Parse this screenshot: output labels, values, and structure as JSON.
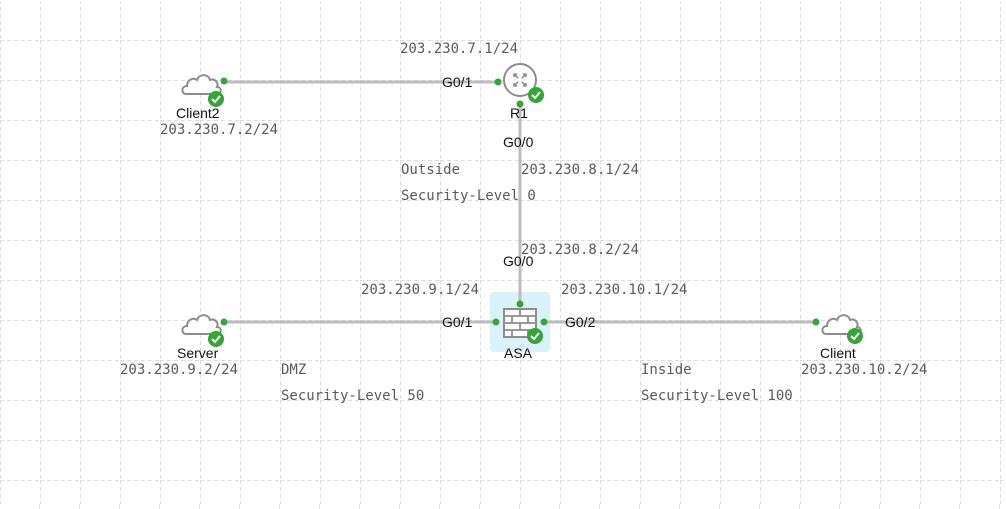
{
  "colors": {
    "link": "#bdbdbd",
    "port_dot": "#3aa23a",
    "status_ok": "#35a535",
    "icon_stroke": "#8c8c8c",
    "asa_highlight": "#d9f1f8"
  },
  "devices": {
    "client2": {
      "name": "Client2",
      "ip": "203.230.7.2/24",
      "icon": "cloud-icon"
    },
    "r1": {
      "name": "R1",
      "icon": "router-icon"
    },
    "asa": {
      "name": "ASA",
      "icon": "firewall-icon"
    },
    "server": {
      "name": "Server",
      "ip": "203.230.9.2/24",
      "icon": "cloud-icon"
    },
    "client": {
      "name": "Client",
      "ip": "203.230.10.2/24",
      "icon": "cloud-icon"
    }
  },
  "interfaces": {
    "r1_g01": {
      "port": "G0/1",
      "ip": "203.230.7.1/24"
    },
    "r1_g00": {
      "port": "G0/0",
      "ip": "203.230.8.1/24"
    },
    "asa_g00": {
      "port": "G0/0",
      "ip": "203.230.8.2/24"
    },
    "asa_g01": {
      "port": "G0/1",
      "ip": "203.230.9.1/24"
    },
    "asa_g02": {
      "port": "G0/2",
      "ip": "203.230.10.1/24"
    }
  },
  "zones": {
    "outside": {
      "name": "Outside",
      "level": "Security-Level 0"
    },
    "dmz": {
      "name": "DMZ",
      "level": "Security-Level 50"
    },
    "inside": {
      "name": "Inside",
      "level": "Security-Level 100"
    }
  }
}
